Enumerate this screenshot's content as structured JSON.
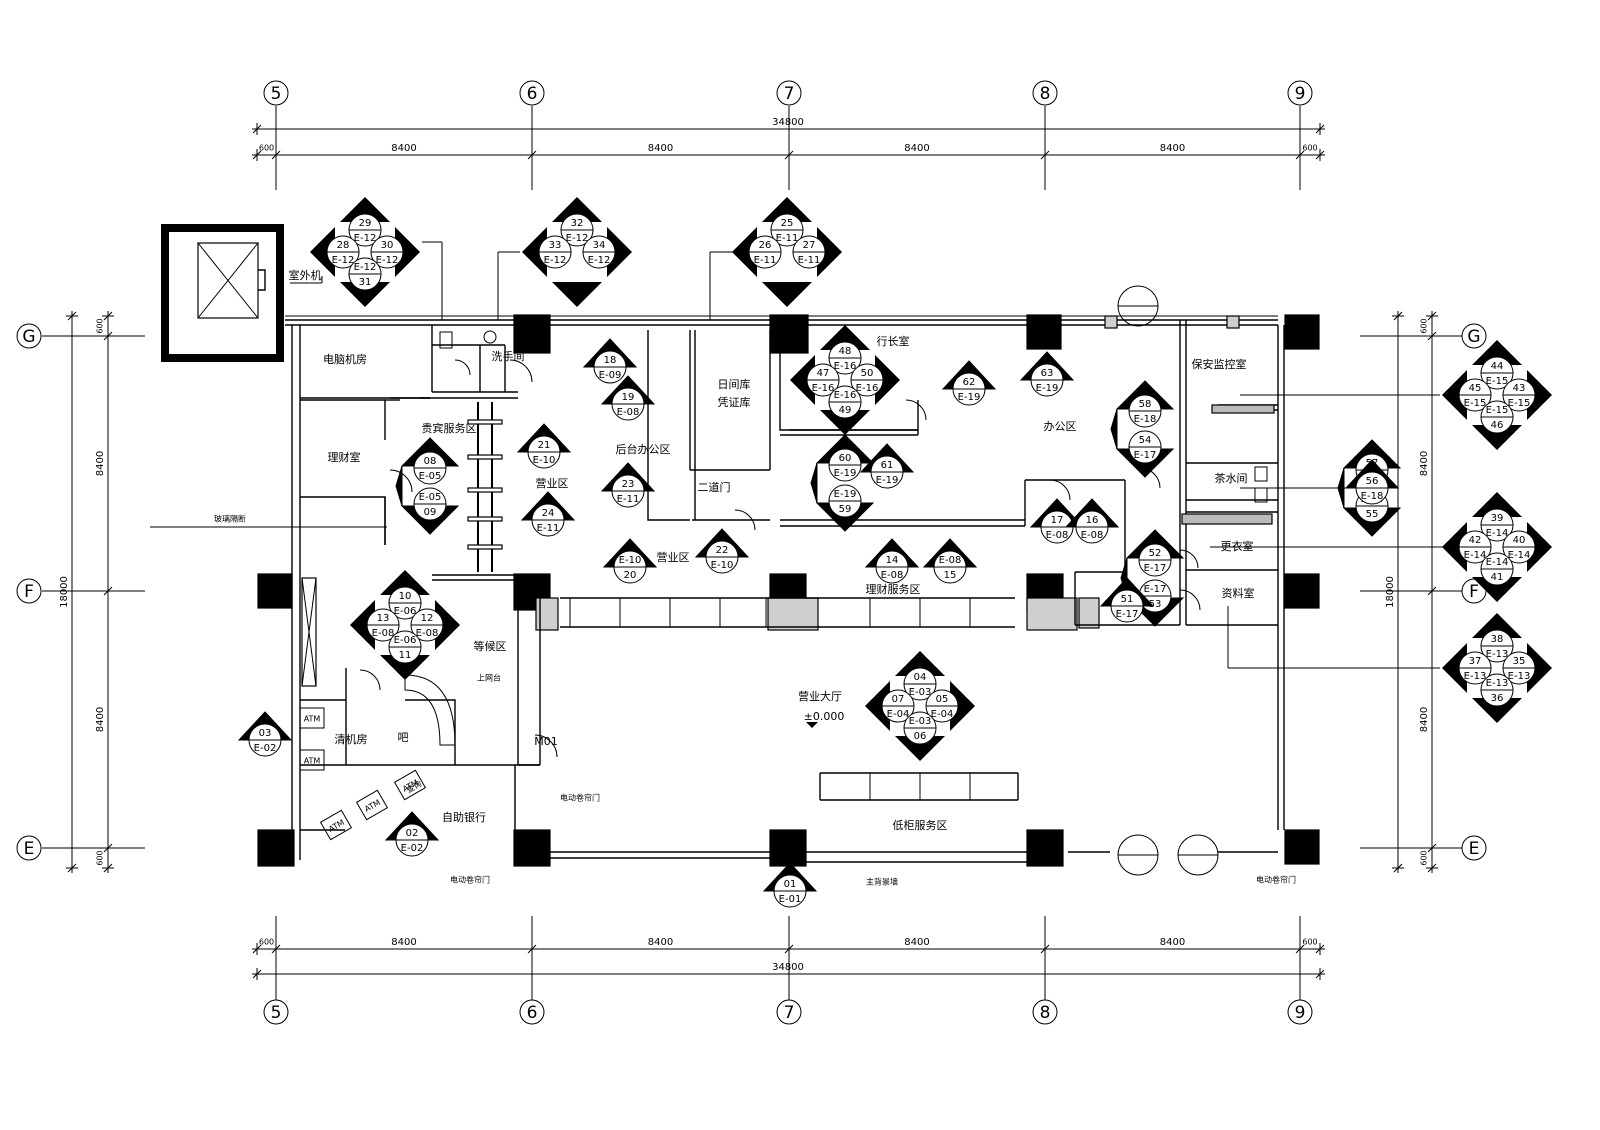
{
  "grid": {
    "columns": [
      "5",
      "6",
      "7",
      "8",
      "9"
    ],
    "rows": [
      "G",
      "F",
      "E"
    ]
  },
  "dimensions": {
    "total_horizontal": "34800",
    "bays": [
      "600",
      "8400",
      "8400",
      "8400",
      "8400",
      "600"
    ],
    "total_vertical": "18000",
    "vertical_bays": [
      "600",
      "8400",
      "8400",
      "600"
    ]
  },
  "rooms": [
    {
      "key": "outdoor_unit",
      "label": "室外机"
    },
    {
      "key": "computer_room",
      "label": "电脑机房"
    },
    {
      "key": "washroom",
      "label": "洗手间"
    },
    {
      "key": "vip_area",
      "label": "贵宾服务区"
    },
    {
      "key": "finance_room",
      "label": "理财室"
    },
    {
      "key": "glass_partition",
      "label": "玻璃隔断"
    },
    {
      "key": "business_area_1",
      "label": "营业区"
    },
    {
      "key": "back_office",
      "label": "后台办公区"
    },
    {
      "key": "day_vault",
      "label": "日间库"
    },
    {
      "key": "voucher_vault",
      "label": "凭证库"
    },
    {
      "key": "second_door",
      "label": "二道门"
    },
    {
      "key": "business_area_2",
      "label": "营业区"
    },
    {
      "key": "president_office",
      "label": "行长室"
    },
    {
      "key": "office_area",
      "label": "办公区"
    },
    {
      "key": "security_room",
      "label": "保安监控室"
    },
    {
      "key": "tea_room",
      "label": "茶水间"
    },
    {
      "key": "locker_room",
      "label": "更衣室"
    },
    {
      "key": "archive_room",
      "label": "资料室"
    },
    {
      "key": "wealth_service",
      "label": "理财服务区"
    },
    {
      "key": "waiting_area",
      "label": "等候区"
    },
    {
      "key": "online_desk",
      "label": "上网台"
    },
    {
      "key": "cleaning_room",
      "label": "清机房"
    },
    {
      "key": "bar",
      "label": "吧"
    },
    {
      "key": "door_m01",
      "label": "M01"
    },
    {
      "key": "hall",
      "label": "营业大厅"
    },
    {
      "key": "hall_level",
      "label": "±0.000"
    },
    {
      "key": "self_bank",
      "label": "自助银行"
    },
    {
      "key": "low_counter",
      "label": "低柜服务区"
    },
    {
      "key": "shutter_door_1",
      "label": "电动卷帘门"
    },
    {
      "key": "shutter_door_2",
      "label": "电动卷帘门"
    },
    {
      "key": "shutter_door_3",
      "label": "电动卷帘门"
    },
    {
      "key": "main_backdrop",
      "label": "主背景墙"
    },
    {
      "key": "atm_1",
      "label": "ATM"
    },
    {
      "key": "atm_2",
      "label": "ATM"
    },
    {
      "key": "atm_3",
      "label": "ATM"
    },
    {
      "key": "atm_4",
      "label": "ATM"
    },
    {
      "key": "atm_5",
      "label": "ATM"
    },
    {
      "key": "query",
      "label": "查询"
    }
  ],
  "elevation_markers": [
    {
      "type": "quad",
      "items": {
        "top": [
          "29",
          "E-12"
        ],
        "left": [
          "28",
          "E-12"
        ],
        "right": [
          "30",
          "E-12"
        ],
        "bottom": [
          "E-12",
          "31"
        ]
      }
    },
    {
      "type": "tri",
      "items": {
        "top": [
          "32",
          "E-12"
        ],
        "left": [
          "33",
          "E-12"
        ],
        "right": [
          "34",
          "E-12"
        ]
      }
    },
    {
      "type": "tri",
      "items": {
        "top": [
          "25",
          "E-11"
        ],
        "left": [
          "26",
          "E-11"
        ],
        "right": [
          "27",
          "E-11"
        ]
      }
    },
    {
      "type": "quad",
      "items": {
        "top": [
          "48",
          "E-16"
        ],
        "left": [
          "47",
          "E-16"
        ],
        "right": [
          "50",
          "E-16"
        ],
        "bottom": [
          "E-16",
          "49"
        ]
      }
    },
    {
      "type": "quad",
      "items": {
        "top": [
          "44",
          "E-15"
        ],
        "left": [
          "45",
          "E-15"
        ],
        "right": [
          "43",
          "E-15"
        ],
        "bottom": [
          "E-15",
          "46"
        ]
      }
    },
    {
      "type": "quad",
      "items": {
        "top": [
          "39",
          "E-14"
        ],
        "left": [
          "42",
          "E-14"
        ],
        "right": [
          "40",
          "E-14"
        ],
        "bottom": [
          "E-14",
          "41"
        ]
      }
    },
    {
      "type": "quad",
      "items": {
        "top": [
          "38",
          "E-13"
        ],
        "left": [
          "37",
          "E-13"
        ],
        "right": [
          "35",
          "E-13"
        ],
        "bottom": [
          "E-13",
          "36"
        ]
      }
    },
    {
      "type": "quad",
      "items": {
        "top": [
          "10",
          "E-06"
        ],
        "left": [
          "13",
          "E-08"
        ],
        "right": [
          "12",
          "E-08"
        ],
        "bottom": [
          "E-06",
          "11"
        ]
      }
    },
    {
      "type": "quad",
      "items": {
        "top": [
          "04",
          "E-03"
        ],
        "left": [
          "07",
          "E-04"
        ],
        "right": [
          "05",
          "E-04"
        ],
        "bottom": [
          "E-03",
          "06"
        ]
      }
    },
    {
      "type": "pair",
      "items": {
        "top": [
          "08",
          "E-05"
        ],
        "bottom": [
          "E-05",
          "09"
        ]
      }
    },
    {
      "type": "pair",
      "items": {
        "top": [
          "60",
          "E-19"
        ],
        "bottom": [
          "E-19",
          "59"
        ]
      }
    },
    {
      "type": "pair",
      "items": {
        "top": [
          "58",
          "E-18"
        ],
        "bottom": [
          "54",
          "E-17"
        ]
      }
    },
    {
      "type": "pair",
      "items": {
        "top": [
          "57",
          "E-18"
        ],
        "bottom": [
          "E-18",
          "55"
        ]
      }
    },
    {
      "type": "pair",
      "items": {
        "top": [
          "52",
          "E-17"
        ],
        "bottom": [
          "E-17",
          "53"
        ]
      }
    },
    {
      "type": "single",
      "items": {
        "mark": [
          "18",
          "E-09"
        ]
      }
    },
    {
      "type": "single",
      "items": {
        "mark": [
          "19",
          "E-08"
        ]
      }
    },
    {
      "type": "single",
      "items": {
        "mark": [
          "21",
          "E-10"
        ]
      }
    },
    {
      "type": "single",
      "items": {
        "mark": [
          "23",
          "E-11"
        ]
      }
    },
    {
      "type": "single",
      "items": {
        "mark": [
          "24",
          "E-11"
        ]
      }
    },
    {
      "type": "single",
      "items": {
        "mark": [
          "E-10",
          "20"
        ]
      }
    },
    {
      "type": "single",
      "items": {
        "mark": [
          "22",
          "E-10"
        ]
      }
    },
    {
      "type": "single",
      "items": {
        "mark": [
          "62",
          "E-19"
        ]
      }
    },
    {
      "type": "single",
      "items": {
        "mark": [
          "63",
          "E-19"
        ]
      }
    },
    {
      "type": "single",
      "items": {
        "mark": [
          "61",
          "E-19"
        ]
      }
    },
    {
      "type": "single",
      "items": {
        "mark": [
          "17",
          "E-08"
        ]
      }
    },
    {
      "type": "single",
      "items": {
        "mark": [
          "16",
          "E-08"
        ]
      }
    },
    {
      "type": "single",
      "items": {
        "mark": [
          "14",
          "E-08"
        ]
      }
    },
    {
      "type": "single",
      "items": {
        "mark": [
          "E-08",
          "15"
        ]
      }
    },
    {
      "type": "single",
      "items": {
        "mark": [
          "51",
          "E-17"
        ]
      }
    },
    {
      "type": "single",
      "items": {
        "mark": [
          "56",
          "E-18"
        ]
      }
    },
    {
      "type": "single",
      "items": {
        "mark": [
          "03",
          "E-02"
        ]
      }
    },
    {
      "type": "single",
      "items": {
        "mark": [
          "02",
          "E-02"
        ]
      }
    },
    {
      "type": "single",
      "items": {
        "mark": [
          "01",
          "E-01"
        ]
      }
    }
  ]
}
